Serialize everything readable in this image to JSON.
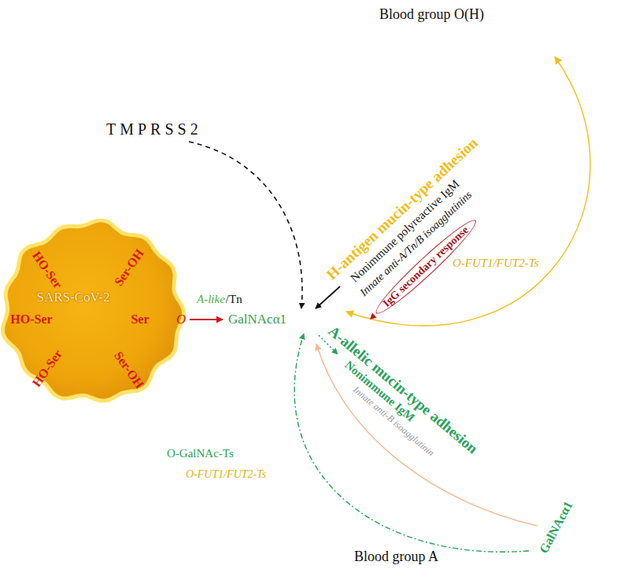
{
  "diagram": {
    "nodes": [
      {
        "text": [
          "HO-Ser",
          "Ser-OH",
          "HO-Ser",
          "Ser",
          "SARS-CoV-2",
          "HO-Ser",
          "Ser-OH"
        ]
      }
    ],
    "labels": [
      "Blood group O(H)",
      "TMPRSS2",
      "H-antigen mucin-type adhesion",
      "Nonimmune polyreactive IgM",
      "Innate anti-A/Tn/B isoagglutinins",
      "IgG secondary response",
      "O-FUT1/FUT2-Ts",
      "A-like",
      "/Tn",
      "O",
      "GalNAcα1",
      "A-allelic mucin-type adhesion",
      "Nonimmune IgM",
      "Innate anti-B isoagglutinin",
      "O-GalNAc-Ts",
      "O-FUT1/FUT2-Ts",
      "GalNAcα1",
      "Blood group A"
    ]
  }
}
